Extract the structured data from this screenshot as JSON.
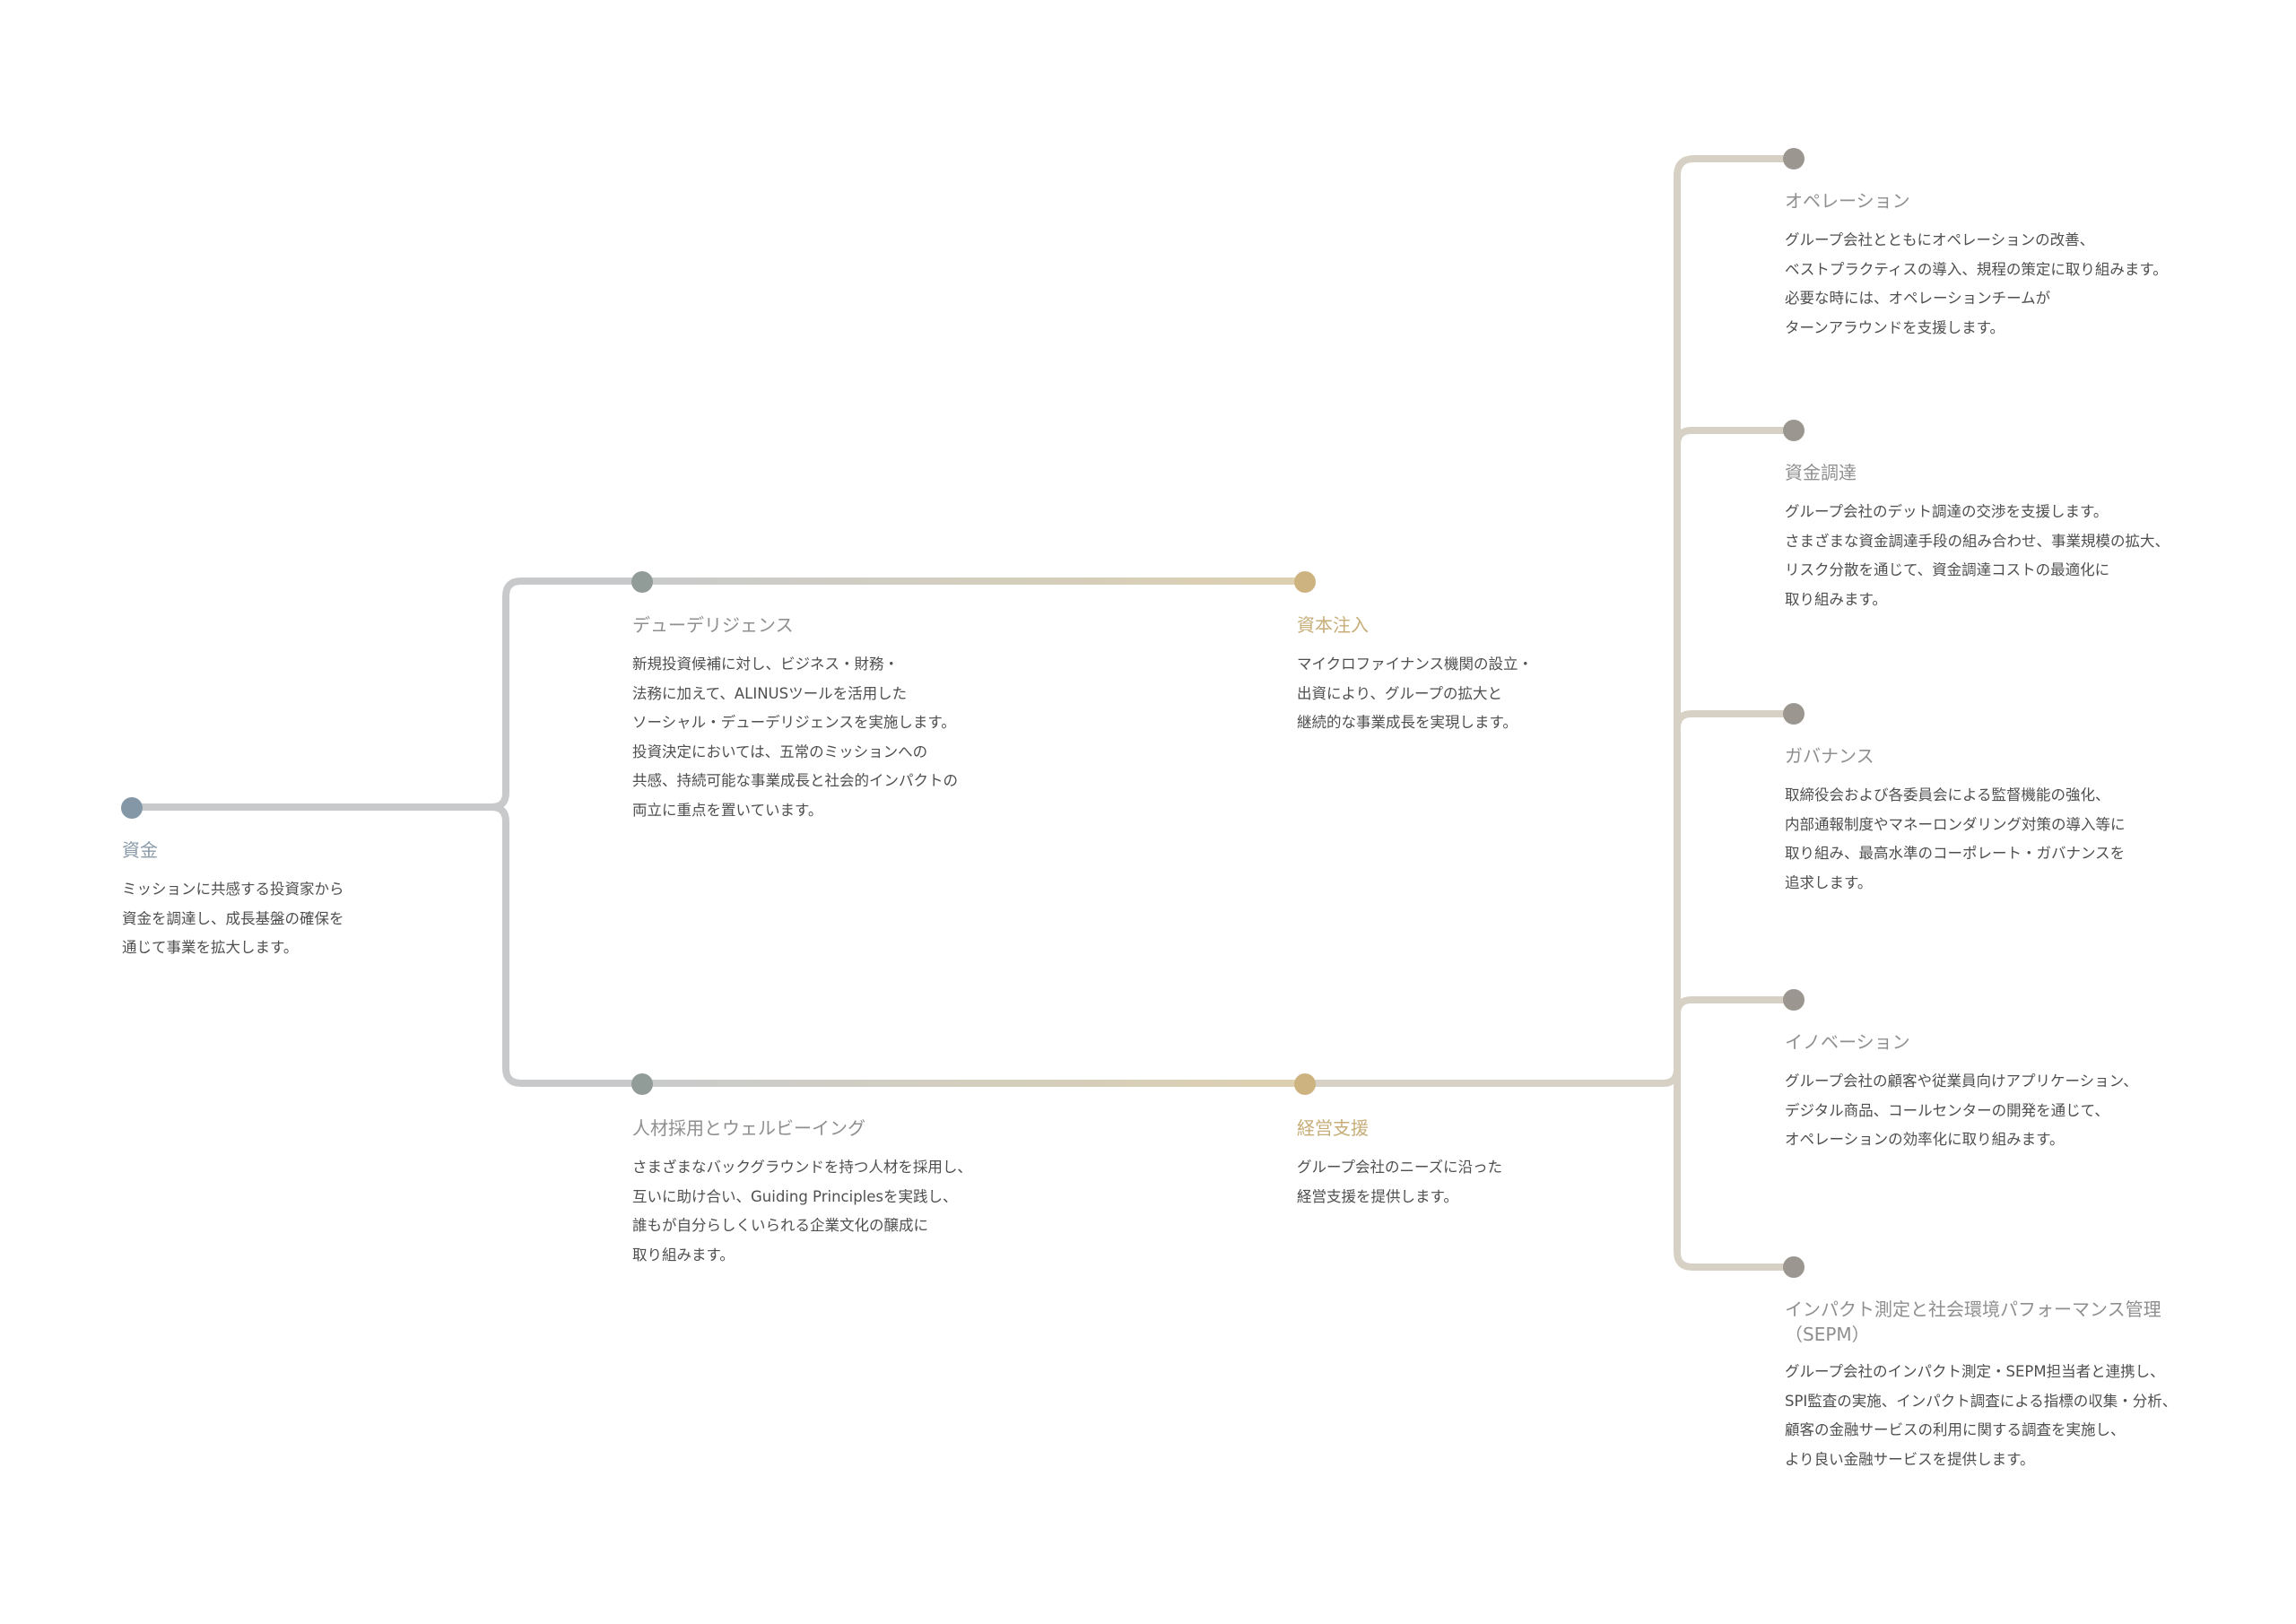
{
  "colors": {
    "line_gray": "#c7c9cb",
    "line_tan": "#d7d1c5",
    "line_gold": "#dccfb2",
    "dot_blue": "#8497a6",
    "dot_sage": "#919c98",
    "dot_gold": "#cdb37f",
    "dot_taupe": "#9b9790",
    "title_gray": "#8f8f8f",
    "title_blue": "#8a9aa8",
    "title_gold": "#c7ad78",
    "text": "#4f4f4f"
  },
  "nodes": [
    {
      "id": "shikin",
      "title": "資金",
      "desc": [
        "ミッションに共感する投資家から",
        "資金を調達し、成長基盤の確保を",
        "通じて事業を拡大します。"
      ]
    },
    {
      "id": "due-diligence",
      "title": "デューデリジェンス",
      "desc": [
        "新規投資候補に対し、ビジネス・財務・",
        "法務に加えて、ALINUSツールを活用した",
        "ソーシャル・デューデリジェンスを実施します。",
        "投資決定においては、五常のミッションへの",
        "共感、持続可能な事業成長と社会的インパクトの",
        "両立に重点を置いています。"
      ]
    },
    {
      "id": "capital-injection",
      "title": "資本注入",
      "desc": [
        "マイクロファイナンス機関の設立・",
        "出資により、グループの拡大と",
        "継続的な事業成長を実現します。"
      ]
    },
    {
      "id": "hr-wellbeing",
      "title": "人材採用とウェルビーイング",
      "desc": [
        "さまざまなバックグラウンドを持つ人材を採用し、",
        "互いに助け合い、Guiding Principlesを実践し、",
        "誰もが自分らしくいられる企業文化の醸成に",
        "取り組みます。"
      ]
    },
    {
      "id": "management-support",
      "title": "経営支援",
      "desc": [
        "グループ会社のニーズに沿った",
        "経営支援を提供します。"
      ]
    },
    {
      "id": "operations",
      "title": "オペレーション",
      "desc": [
        "グループ会社とともにオペレーションの改善、",
        "ベストプラクティスの導入、規程の策定に取り組みます。",
        "必要な時には、オペレーションチームが",
        "ターンアラウンドを支援します。"
      ]
    },
    {
      "id": "funding",
      "title": "資金調達",
      "desc": [
        "グループ会社のデット調達の交渉を支援します。",
        "さまざまな資金調達手段の組み合わせ、事業規模の拡大、",
        "リスク分散を通じて、資金調達コストの最適化に",
        "取り組みます。"
      ]
    },
    {
      "id": "governance",
      "title": "ガバナンス",
      "desc": [
        "取締役会および各委員会による監督機能の強化、",
        "内部通報制度やマネーロンダリング対策の導入等に",
        "取り組み、最高水準のコーポレート・ガバナンスを",
        "追求します。"
      ]
    },
    {
      "id": "innovation",
      "title": "イノベーション",
      "desc": [
        "グループ会社の顧客や従業員向けアプリケーション、",
        "デジタル商品、コールセンターの開発を通じて、",
        "オペレーションの効率化に取り組みます。"
      ]
    },
    {
      "id": "impact-sepm",
      "title": "インパクト測定と社会環境パフォーマンス管理",
      "title_line2": "（SEPM）",
      "desc": [
        "グループ会社のインパクト測定・SEPM担当者と連携し、",
        "SPI監査の実施、インパクト調査による指標の収集・分析、",
        "顧客の金融サービスの利用に関する調査を実施し、",
        "より良い金融サービスを提供します。"
      ]
    }
  ]
}
